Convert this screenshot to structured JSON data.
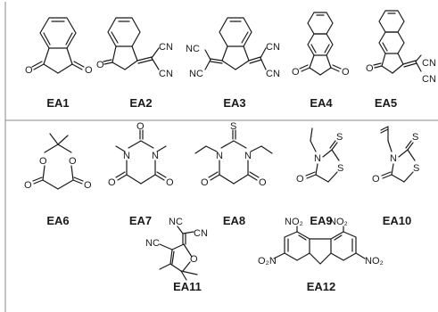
{
  "colors": {
    "ink": "#1a1a1a",
    "background": "#ffffff",
    "border": "#8a8a8a"
  },
  "compounds": [
    {
      "id": "ea1",
      "label": "EA1",
      "atoms": {
        "o1": "O",
        "o2": "O"
      }
    },
    {
      "id": "ea2",
      "label": "EA2",
      "atoms": {
        "o1": "O",
        "cn1": "CN",
        "cn2": "CN"
      }
    },
    {
      "id": "ea3",
      "label": "EA3",
      "atoms": {
        "nc1": "NC",
        "nc2": "NC",
        "cn1": "CN",
        "cn2": "CN"
      }
    },
    {
      "id": "ea4",
      "label": "EA4",
      "atoms": {
        "o1": "O",
        "o2": "O"
      }
    },
    {
      "id": "ea5",
      "label": "EA5",
      "atoms": {
        "o1": "O",
        "cn1": "CN",
        "cn2": "CN"
      }
    },
    {
      "id": "ea6",
      "label": "EA6",
      "atoms": {
        "o1": "O",
        "o2": "O",
        "o3": "O",
        "o4": "O"
      }
    },
    {
      "id": "ea7",
      "label": "EA7",
      "atoms": {
        "o1": "O",
        "o2": "O",
        "o3": "O",
        "n1": "N",
        "n2": "N"
      }
    },
    {
      "id": "ea8",
      "label": "EA8",
      "atoms": {
        "s1": "S",
        "o1": "O",
        "o2": "O",
        "n1": "N",
        "n2": "N"
      }
    },
    {
      "id": "ea9",
      "label": "EA9",
      "atoms": {
        "s1": "S",
        "s2": "S",
        "o1": "O",
        "n1": "N"
      }
    },
    {
      "id": "ea10",
      "label": "EA10",
      "atoms": {
        "s1": "S",
        "s2": "S",
        "o1": "O",
        "n1": "N"
      }
    },
    {
      "id": "ea11",
      "label": "EA11",
      "atoms": {
        "nc1": "NC",
        "cn1": "CN",
        "cn2": "NC",
        "o1": "O"
      }
    },
    {
      "id": "ea12",
      "label": "EA12",
      "atoms": {
        "no2a": "NO₂",
        "no2b": "NO₂",
        "no2c": "O₂N",
        "no2d": "NO₂"
      }
    }
  ]
}
